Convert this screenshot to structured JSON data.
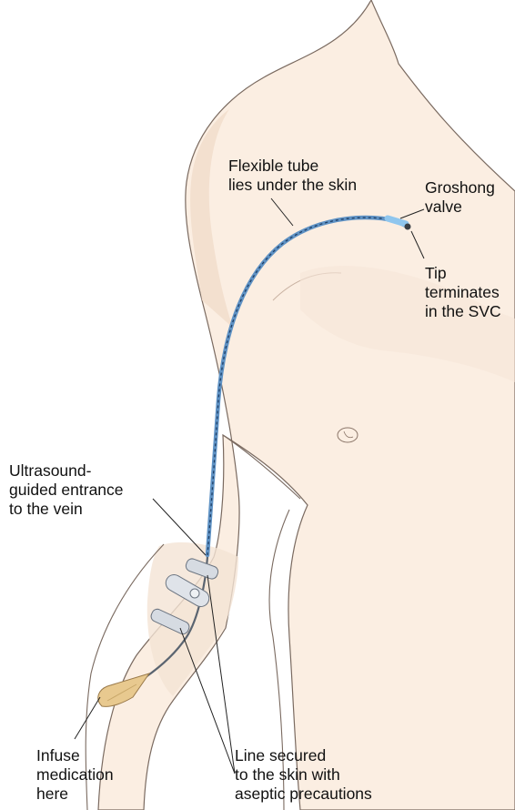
{
  "labels": {
    "flexible_tube": "Flexible tube\nlies under the skin",
    "groshong_valve": "Groshong\nvalve",
    "tip": "Tip\nterminates\nin the SVC",
    "ultrasound": "Ultrasound-\nguided entrance\nto the vein",
    "infuse": "Infuse\nmedication\nhere",
    "line_secured": "Line secured\nto the skin with\naseptic precautions"
  },
  "colors": {
    "skin": "#fbeee2",
    "skin_shadow": "#f1dccb",
    "outline": "#7a6a60",
    "catheter": "#5f92c4",
    "catheter_dash": "#1f3f66",
    "valve": "#8fc6ee",
    "clip": "#d6dbe2",
    "hub": "#e8c98f",
    "leader": "#222222"
  }
}
